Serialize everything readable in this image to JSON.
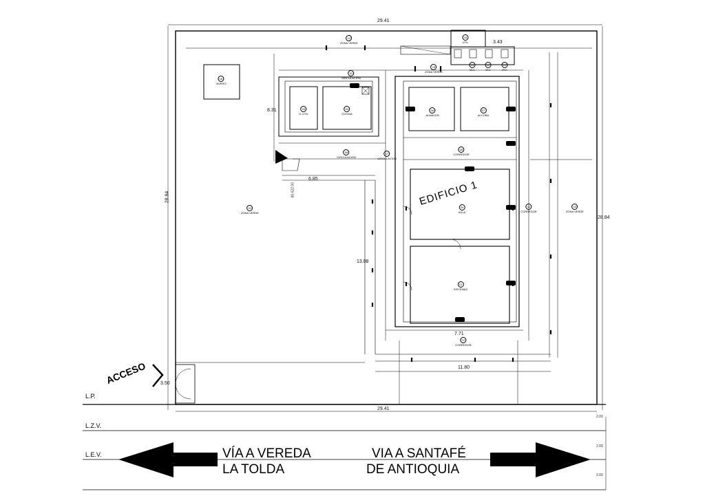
{
  "title": "EDIFICIO 1",
  "access_label": "ACCESO",
  "lines": {
    "lp": "L.P.",
    "lzv": "L.Z.V.",
    "lev": "L.E.V."
  },
  "streets": {
    "left_line1": "VÍA A VEREDA",
    "left_line2": "LA TOLDA",
    "right_line1": "VIA A SANTAFÉ",
    "right_line2": "DE ANTIOQUIA"
  },
  "dimensions": {
    "top_width": "29.41",
    "bottom_width": "29.41",
    "left_height": "28.84",
    "right_height": "28.84",
    "offset_top": "3.43",
    "edif_width": "7.71",
    "lower_width": "11.80",
    "gate_width": "3.50",
    "street_1": "2.00",
    "street_2": "2.00",
    "street_3": "2.00",
    "vert_a": "8.31",
    "vert_b": "13.08",
    "small_a": "6.85",
    "elev": "80.622.00"
  },
  "rooms": [
    {
      "num": "01",
      "name": "ZONA VERDE"
    },
    {
      "num": "02",
      "name": "CIRCULACION"
    },
    {
      "num": "03",
      "name": "S. UTIL"
    },
    {
      "num": "04",
      "name": "COCINA"
    },
    {
      "num": "05",
      "name": "CIRCULACION"
    },
    {
      "num": "06",
      "name": "ALMACEN"
    },
    {
      "num": "07",
      "name": "ALCOBA"
    },
    {
      "num": "08",
      "name": "CORREDOR"
    },
    {
      "num": "09",
      "name": "AULA"
    },
    {
      "num": "10",
      "name": "SISTEMAS"
    },
    {
      "num": "11",
      "name": "CORREDOR"
    },
    {
      "num": "12",
      "name": "CORREDOR"
    },
    {
      "num": "13",
      "name": "ZONA VERDE"
    },
    {
      "num": "14",
      "name": "ZONA VERDE"
    },
    {
      "num": "15",
      "name": "ZONA VERDE"
    },
    {
      "num": "16",
      "name": "VIVERO"
    },
    {
      "num": "17",
      "name": "CIRCULACION"
    },
    {
      "num": "18",
      "name": "UTIL"
    },
    {
      "num": "19",
      "name": "W.C"
    },
    {
      "num": "20",
      "name": "W.C"
    },
    {
      "num": "21",
      "name": "W.C"
    }
  ]
}
